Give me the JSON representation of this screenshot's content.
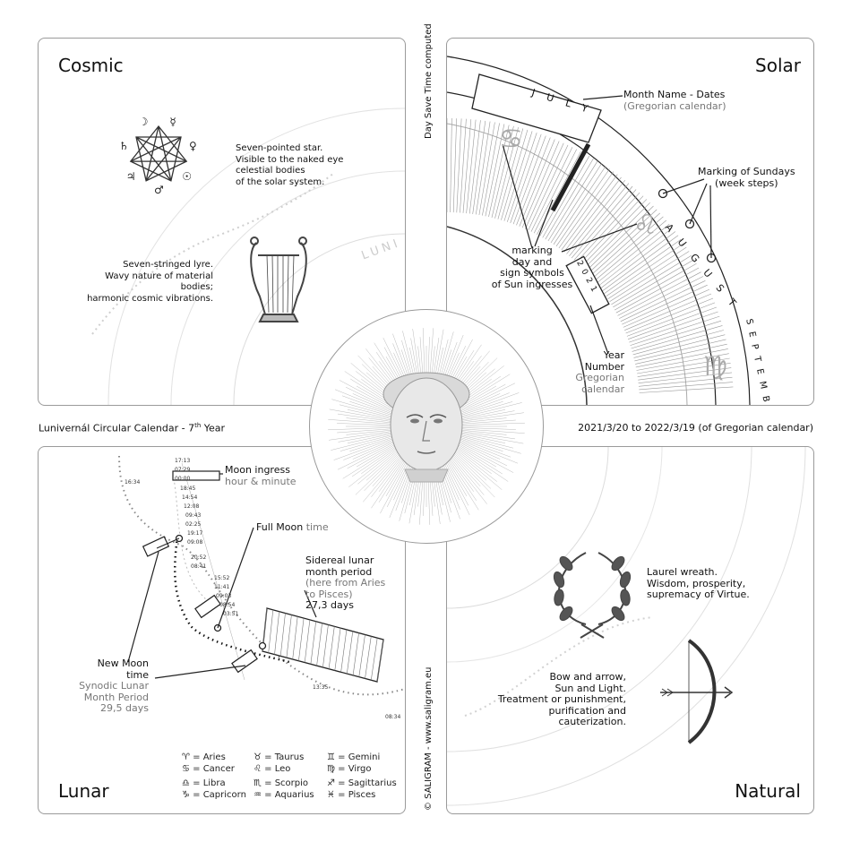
{
  "quadrants": {
    "cosmic": "Cosmic",
    "solar": "Solar",
    "lunar": "Lunar",
    "natural": "Natural"
  },
  "center_strip": {
    "left": "Lunivernál Circular Calendar - 7",
    "left_sup": "th",
    "left_tail": " Year",
    "right": "2021/3/20 to 2022/3/19 (of Gregorian calendar)"
  },
  "vertical": {
    "top": "Day Save Time computed",
    "bottom": "© SALIGRAM  -  www.saligram.eu"
  },
  "cosmic": {
    "star_text": [
      "Seven-pointed star.",
      "Visible to the naked eye",
      "celestial bodies",
      "of the solar system."
    ],
    "lyre_text": [
      "Seven-stringed lyre.",
      "Wavy nature of material bodies;",
      "harmonic cosmic vibrations."
    ],
    "star_symbols": [
      "☽",
      "☿",
      "♀",
      "☉",
      "♂",
      "♃",
      "♄"
    ],
    "arc_word": "LUNI"
  },
  "solar": {
    "month_name_title": "Month Name - Dates",
    "month_name_sub": "(Gregorian calendar)",
    "sundays_title": "Marking of Sundays",
    "sundays_sub": "(week steps)",
    "ingress_text": [
      "marking",
      "day and",
      "sign symbols",
      "of Sun ingresses"
    ],
    "year_title": "Year Number",
    "year_sub": [
      "Gregorian",
      "calendar"
    ],
    "year_value": "2021",
    "months": [
      "JULY",
      "AUGUST",
      "SEPTEMBER"
    ]
  },
  "lunar": {
    "moon_ingress_title": "Moon ingress",
    "moon_ingress_sub": "hour & minute",
    "full_moon_title": "Full Moon",
    "full_moon_sub": "time",
    "sidereal_title": [
      "Sidereal lunar",
      "month period"
    ],
    "sidereal_sub": [
      "(here from Aries",
      "to Pisces)"
    ],
    "sidereal_days": "27,3 days",
    "new_moon_title": "New Moon time",
    "new_moon_sub": [
      "Synodic Lunar",
      "Month Period",
      "29,5 days"
    ],
    "times": [
      "17:13",
      "07:29",
      "00:00",
      "18:45",
      "14:54",
      "12:08",
      "09:43",
      "02:25",
      "19:17",
      "09:08",
      "20:52",
      "08:41",
      "15:52",
      "11:41",
      "09:03",
      "08:54",
      "03:51",
      "16:34",
      "13:35",
      "08:34"
    ],
    "legend": [
      [
        "♈ = Aries",
        "♉ = Taurus",
        "♊ = Gemini"
      ],
      [
        "♋ = Cancer",
        "♌ = Leo",
        "♍ = Virgo"
      ],
      [
        "♎ = Libra",
        "♏ = Scorpio",
        "♐ = Sagittarius"
      ],
      [
        "♑ = Capricorn",
        "♒ = Aquarius",
        "♓ = Pisces"
      ]
    ]
  },
  "natural": {
    "laurel_text": [
      "Laurel wreath.",
      "Wisdom, prosperity,",
      "supremacy of Virtue."
    ],
    "bow_text": [
      "Bow and arrow,",
      "Sun and Light.",
      "Treatment or punishment,",
      "purification and cauterization."
    ]
  },
  "colors": {
    "border": "#9a9a9a",
    "ink": "#111111",
    "faint": "#d6d6d6"
  }
}
